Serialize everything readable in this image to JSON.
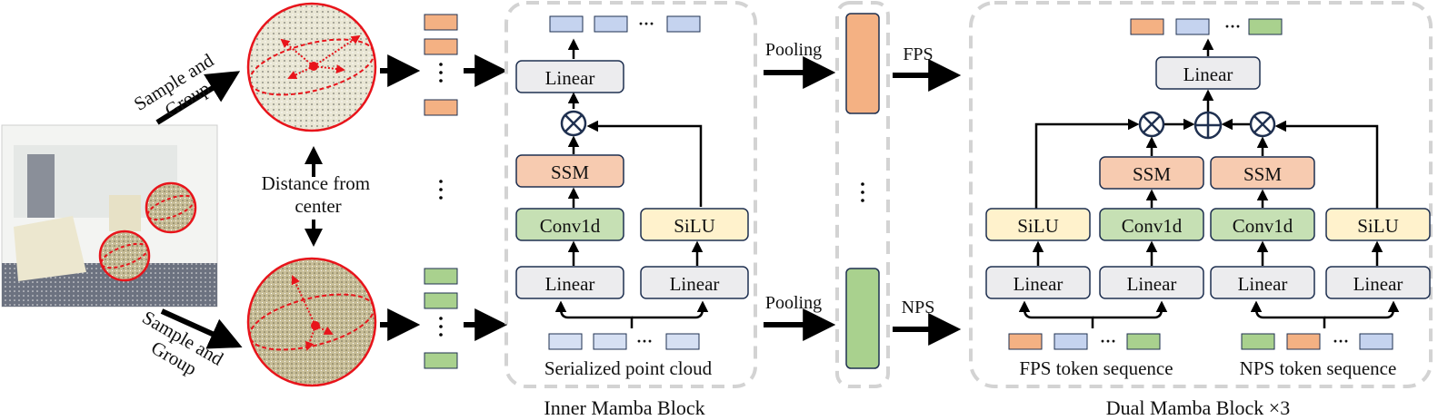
{
  "colors": {
    "orange": "#f4b183",
    "blue": "#c5d3ef",
    "green": "#a9d18e",
    "box_gray": "#ececee",
    "ssm": "#f7cbb0",
    "conv": "#c6e0b4",
    "silu": "#fff2cc",
    "border": "#1f3050",
    "dash": "#d3d3d3",
    "red": "#e8141b"
  },
  "left": {
    "sample_group_top": [
      "Sample and",
      "Group"
    ],
    "sample_group_bottom": [
      "Sample and",
      "Group"
    ],
    "distance_label": [
      "Distance from",
      "center"
    ]
  },
  "inner_block": {
    "title": "Inner Mamba Block",
    "linear_out": "Linear",
    "ssm": "SSM",
    "conv": "Conv1d",
    "silu": "SiLU",
    "linear_left": "Linear",
    "linear_right": "Linear",
    "input_caption": "Serialized point cloud",
    "ellipsis": "···"
  },
  "pooling": {
    "top_label": "Pooling",
    "bottom_label": "Pooling",
    "fps_label": "FPS",
    "nps_label": "NPS"
  },
  "dual_block": {
    "title": "Dual Mamba Block ×3",
    "linear_out": "Linear",
    "ssm_left": "SSM",
    "ssm_right": "SSM",
    "conv_left": "Conv1d",
    "conv_right": "Conv1d",
    "silu_left": "SiLU",
    "silu_right": "SiLU",
    "linear_1": "Linear",
    "linear_2": "Linear",
    "linear_3": "Linear",
    "linear_4": "Linear",
    "fps_caption": "FPS token sequence",
    "nps_caption": "NPS token sequence",
    "ellipsis": "···"
  }
}
